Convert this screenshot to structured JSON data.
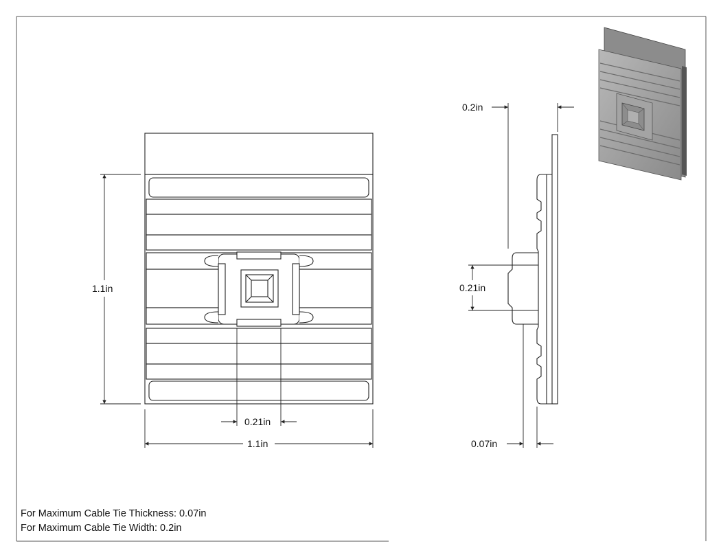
{
  "front_view": {
    "height_dim": "1.1in",
    "width_dim": "1.1in",
    "slot_width_dim": "0.21in"
  },
  "side_view": {
    "overall_thickness_dim": "0.2in",
    "slot_height_dim": "0.21in",
    "base_thickness_dim": "0.07in"
  },
  "notes": [
    "For Maximum Cable Tie Thickness: 0.07in",
    "For Maximum Cable Tie Width: 0.2in"
  ]
}
